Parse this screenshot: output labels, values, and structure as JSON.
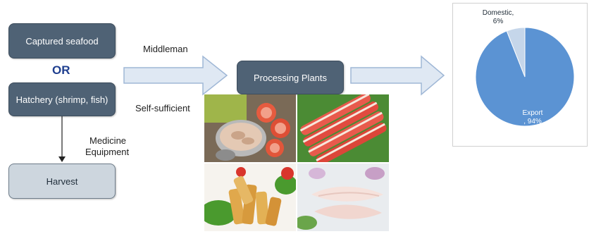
{
  "flow": {
    "captured": "Captured seafood",
    "or": "OR",
    "hatchery": "Hatchery (shrimp, fish)",
    "medicine_line1": "Medicine",
    "medicine_line2": "Equipment",
    "harvest": "Harvest",
    "middleman": "Middleman",
    "self_sufficient": "Self-sufficient",
    "processing": "Processing Plants"
  },
  "colors": {
    "box_dark": "#4f6275",
    "box_light": "#cdd6de",
    "arrow_fill": "#dfe8f3",
    "arrow_stroke": "#9fb7d6",
    "pie_export": "#5b93d3",
    "pie_domestic": "#c5d6ea"
  },
  "chart_data": {
    "type": "pie",
    "slices": [
      {
        "label": "Export",
        "value": 94,
        "display": "Export\n, 94%"
      },
      {
        "label": "Domestic",
        "value": 6,
        "display": "Domestic,\n6%"
      }
    ],
    "export_label_line1": "Export",
    "export_label_line2": ", 94%",
    "domestic_label_line1": "Domestic,",
    "domestic_label_line2": "6%"
  },
  "photos": [
    {
      "icon": "canned-tuna-tomato-photo"
    },
    {
      "icon": "crab-stick-photo"
    },
    {
      "icon": "fried-fish-stick-photo"
    },
    {
      "icon": "fish-fillet-photo"
    }
  ]
}
